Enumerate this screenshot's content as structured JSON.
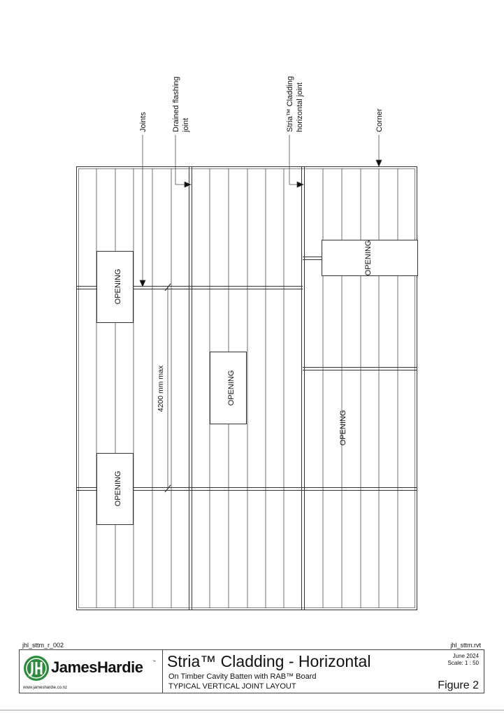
{
  "drawing": {
    "openings": [
      "OPENING",
      "OPENING",
      "OPENING",
      "OPENING",
      "OPENING"
    ],
    "callouts": {
      "joints": "Joints",
      "drained_flashing": [
        "Drained flashing",
        "joint"
      ],
      "stria_horizontal": [
        "Stria™ Cladding",
        "horizontal joint"
      ],
      "corner": "Corner"
    },
    "dimension": "4200 mm max"
  },
  "sheet": {
    "ref_left": "jhl_sttm_r_002",
    "ref_right": "jhl_sttm.rvt"
  },
  "title_block": {
    "brand": "JamesHardie",
    "brand_mark": "™",
    "website": "www.jameshardie.co.nz",
    "title": "Stria™ Cladding - Horizontal",
    "subtitle": "On Timber Cavity Batten with RAB™ Board",
    "description": "TYPICAL VERTICAL JOINT LAYOUT",
    "date": "June 2024",
    "scale": "Scale: 1 : 50",
    "figure": "Figure 2"
  },
  "colors": {
    "line": "#333333",
    "brand_green": "#2e8b3e"
  }
}
